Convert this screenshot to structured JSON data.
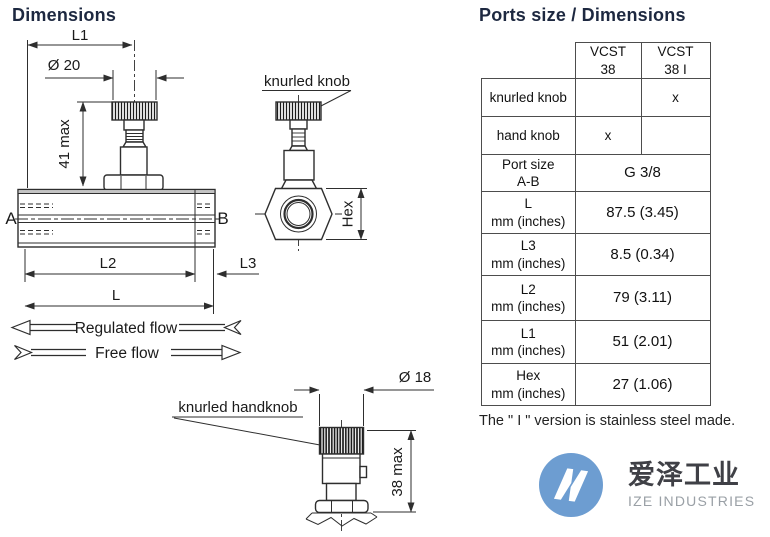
{
  "page": {
    "left_title": "Dimensions",
    "right_title": "Ports size / Dimensions",
    "note": "The \" I \" version is stainless steel made."
  },
  "drawing": {
    "labels": {
      "l1": "L1",
      "dia20": "Ø 20",
      "h41": "41 max",
      "port_a": "A",
      "port_b": "B",
      "l2": "L2",
      "l": "L",
      "l3": "L3",
      "regulated_flow": "Regulated flow",
      "free_flow": "Free flow",
      "knurled_knob": "knurled knob",
      "hex": "Hex",
      "dia18": "Ø 18",
      "knurled_handknob": "knurled handknob",
      "h38": "38 max"
    }
  },
  "table": {
    "headers": [
      {
        "l1": "VCST",
        "l2": "38"
      },
      {
        "l1": "VCST",
        "l2": "38 I"
      }
    ],
    "feature_rows": [
      {
        "label": "knurled knob",
        "vcst38": "",
        "vcst38i": "x"
      },
      {
        "label": "hand knob",
        "vcst38": "x",
        "vcst38i": ""
      }
    ],
    "dim_rows": [
      {
        "label_l1": "Port size",
        "label_l2": "A-B",
        "value": "G 3/8"
      },
      {
        "label_l1": "L",
        "label_l2": "mm (inches)",
        "value": "87.5 (3.45)"
      },
      {
        "label_l1": "L3",
        "label_l2": "mm (inches)",
        "value": "8.5 (0.34)"
      },
      {
        "label_l1": "L2",
        "label_l2": "mm (inches)",
        "value": "79 (3.11)"
      },
      {
        "label_l1": "L1",
        "label_l2": "mm (inches)",
        "value": "51 (2.01)"
      },
      {
        "label_l1": "Hex",
        "label_l2": "mm (inches)",
        "value": "27 (1.06)"
      }
    ]
  },
  "logo": {
    "chinese": "爱泽工业",
    "latin": "IZE INDUSTRIES",
    "colors": {
      "circle": "#6d9dd1",
      "chinese_text": "#3f4046",
      "latin_text": "#9aa0a6"
    }
  },
  "colors": {
    "title_navy": "#1d2840",
    "line": "#2e2e2e",
    "table_border": "#4d4d4d"
  }
}
